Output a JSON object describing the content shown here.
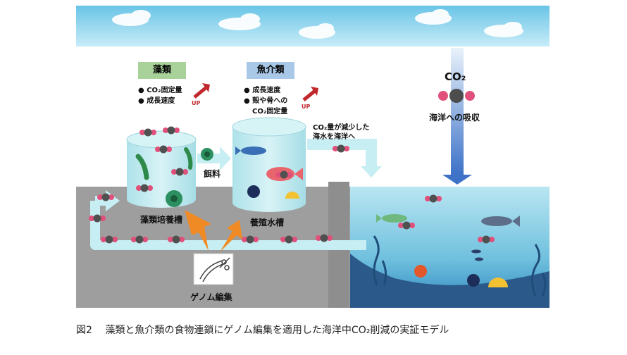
{
  "labels": {
    "algae_box": "藻類",
    "fish_box": "魚介類",
    "algae_bullets": [
      "CO₂固定量",
      "成長速度"
    ],
    "fish_bullets": [
      "成長速度",
      "殻や骨への",
      "CO₂固定量"
    ],
    "up1": "UP",
    "up2": "UP",
    "co2_label": "CO₂",
    "ocean_absorb": "海洋への吸収",
    "feed": "餌料",
    "reduced_co2_line1": "CO₂量が減少した",
    "reduced_co2_line2": "海水を海洋へ",
    "algae_tank": "藻類培養槽",
    "fish_tank": "養殖水槽",
    "genome": "ゲノム編集"
  },
  "caption": "図2　 藻類と魚介類の食物連鎖にゲノム編集を適用した海洋中CO₂削減の実証モデル",
  "colors": {
    "sky": "#8fd3ec",
    "ground": "#9c9c9c",
    "tank": "#bfe9ef",
    "ocean_top": "#9fdcec",
    "ocean_bottom": "#2f8fc2",
    "algae_box_bg": "#a9d29a",
    "fish_box_bg": "#a9c8e8",
    "up_arrow": "#c0282d",
    "absorb_arrow": "#3f78c9",
    "genome_arrow": "#f08a24"
  }
}
